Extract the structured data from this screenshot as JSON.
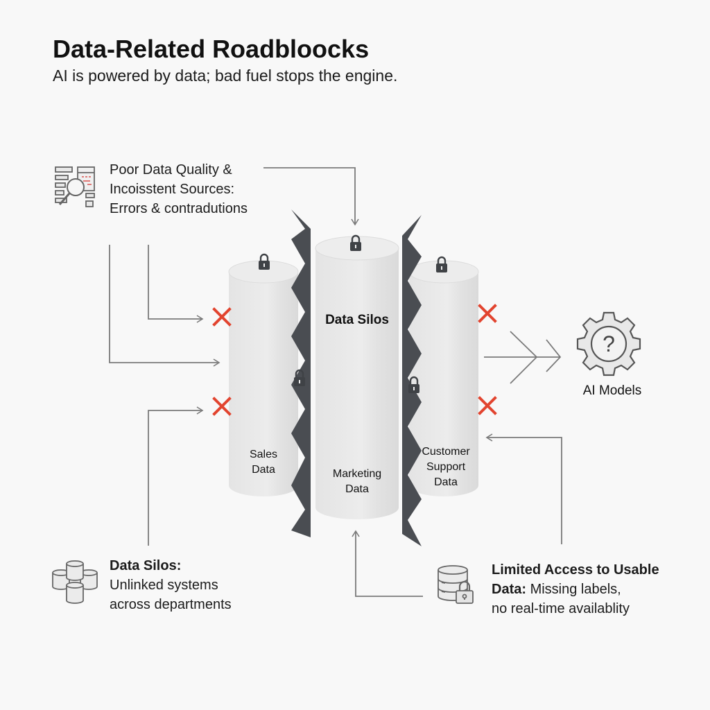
{
  "header": {
    "title": "Data-Related Roadbloocks",
    "subtitle": "AI is powered by data; bad fuel stops the engine."
  },
  "callouts": {
    "quality": {
      "icon": "data-inspection-magnifier-icon",
      "line1": "Poor Data Quality &",
      "line2": "Incoisstent Sources:",
      "line3": "Errors & contradutions"
    },
    "silos": {
      "icon": "database-cluster-icon",
      "heading": "Data Silos:",
      "line2": "Unlinked systems",
      "line3": "across departments"
    },
    "access": {
      "icon": "locked-database-icon",
      "heading_line1": "Limited Access to Usable",
      "heading_line2_bold": "Data:",
      "line2_rest": " Missing labels,",
      "line3": "no real-time availablity"
    }
  },
  "cylinders": {
    "center_title": "Data Silos",
    "sales": {
      "line1": "Sales",
      "line2": "Data"
    },
    "marketing": {
      "line1": "Marketing",
      "line2": "Data"
    },
    "support": {
      "line1": "Customer",
      "line2": "Support",
      "line3": "Data"
    }
  },
  "ai": {
    "label": "AI Models",
    "icon": "gear-question-icon"
  },
  "colors": {
    "blocked_x": "#e2442f",
    "wall": "#4a4d52",
    "arrow": "#7a7a7a",
    "cylinder": "#e6e6e6"
  }
}
